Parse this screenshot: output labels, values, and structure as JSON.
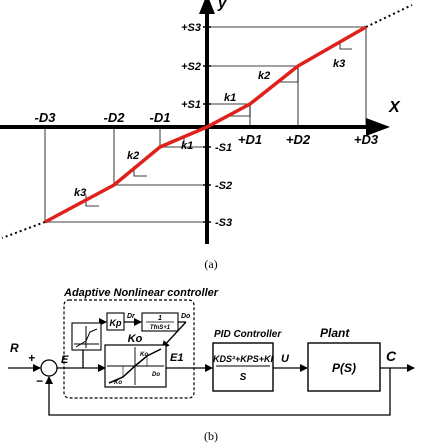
{
  "figure_a": {
    "y_axis_label": "y",
    "x_axis_label": "X",
    "y_ticks": {
      "pos3": "+S3",
      "pos2": "+S2",
      "pos1": "+S1",
      "neg1": "-S1",
      "neg2": "-S2",
      "neg3": "-S3"
    },
    "x_ticks": {
      "neg3": "-D3",
      "neg2": "-D2",
      "neg1": "-D1",
      "pos1": "+D1",
      "pos2": "+D2",
      "pos3": "+D3"
    },
    "slopes": {
      "k1_pos": "k1",
      "k2_pos": "k2",
      "k3_pos": "k3",
      "k1_neg": "k1",
      "k2_neg": "k2",
      "k3_neg": "k3"
    },
    "caption": "(a)",
    "colors": {
      "curve": "#e0201b",
      "axis": "#000000"
    }
  },
  "figure_b": {
    "title": "Adaptive  Nonlinear controller",
    "input_label": "R",
    "error_label": "E",
    "plus_sign": "+",
    "minus_sign": "−",
    "kp_label": "Kp",
    "dr_label": "Dr",
    "filter_num": "1",
    "filter_den": "TfnS+1",
    "do_out_label": "Do",
    "ko_label": "Ko",
    "e1_label": "E1",
    "pid_title": "PID Controller",
    "pid_num": "KDS²+KPS+KI",
    "pid_den": "S",
    "u_label": "U",
    "plant_title": "Plant",
    "plant_tf": "P(S)",
    "output_label": "C",
    "caption": "(b)"
  }
}
